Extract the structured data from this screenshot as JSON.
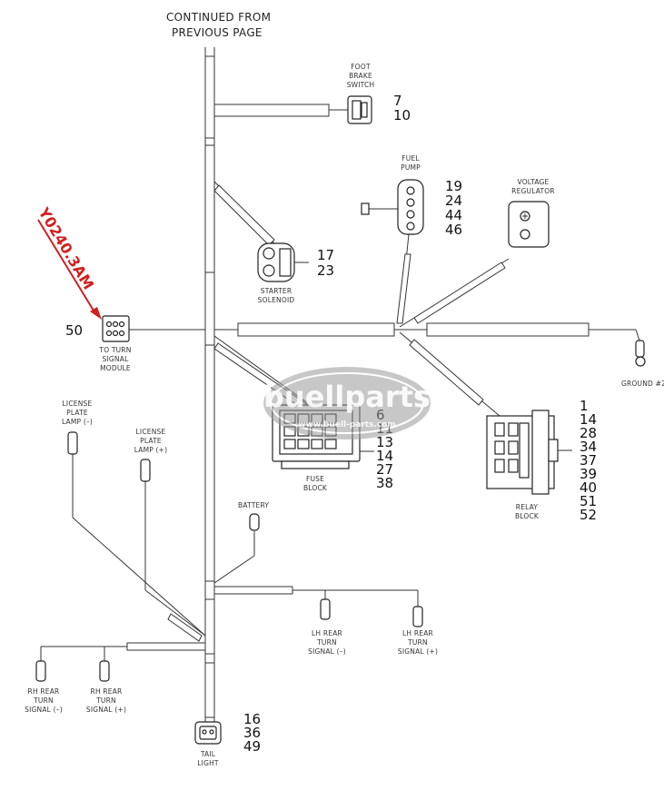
{
  "header": {
    "line1": "CONTINUED FROM",
    "line2": "PREVIOUS PAGE"
  },
  "annotation": {
    "code": "Y0240.3AM",
    "color": "#d11f1f"
  },
  "watermark": {
    "main": "buellparts",
    "sub": "www.buell-parts.com"
  },
  "components": {
    "foot_brake_switch": {
      "lines": [
        "FOOT",
        "BRAKE",
        "SWITCH"
      ],
      "refs": [
        "7",
        "10"
      ]
    },
    "fuel_pump": {
      "lines": [
        "FUEL",
        "PUMP"
      ],
      "refs": [
        "19",
        "24",
        "44",
        "46"
      ]
    },
    "voltage_regulator": {
      "lines": [
        "VOLTAGE",
        "REGULATOR"
      ]
    },
    "starter_solenoid": {
      "lines": [
        "STARTER",
        "SOLENOID"
      ],
      "refs": [
        "17",
        "23"
      ]
    },
    "turn_signal_module": {
      "lines": [
        "TO TURN",
        "SIGNAL",
        "MODULE"
      ],
      "refs": [
        "50"
      ]
    },
    "ground": {
      "lines": [
        "GROUND #2"
      ]
    },
    "fuse_block": {
      "lines": [
        "FUSE",
        "BLOCK"
      ],
      "refs": [
        "6",
        "11",
        "13",
        "14",
        "27",
        "38"
      ]
    },
    "relay_block": {
      "lines": [
        "RELAY",
        "BLOCK"
      ],
      "refs": [
        "1",
        "14",
        "28",
        "34",
        "37",
        "39",
        "40",
        "51",
        "52"
      ]
    },
    "license_lamp_neg": {
      "lines": [
        "LICENSE",
        "PLATE",
        "LAMP (–)"
      ]
    },
    "license_lamp_pos": {
      "lines": [
        "LICENSE",
        "PLATE",
        "LAMP (+)"
      ]
    },
    "battery": {
      "lines": [
        "BATTERY"
      ]
    },
    "lh_rear_turn_neg": {
      "lines": [
        "LH REAR",
        "TURN",
        "SIGNAL (–)"
      ]
    },
    "lh_rear_turn_pos": {
      "lines": [
        "LH REAR",
        "TURN",
        "SIGNAL (+)"
      ]
    },
    "rh_rear_turn_neg": {
      "lines": [
        "RH REAR",
        "TURN",
        "SIGNAL (–)"
      ]
    },
    "rh_rear_turn_pos": {
      "lines": [
        "RH REAR",
        "TURN",
        "SIGNAL (+)"
      ]
    },
    "tail_light": {
      "lines": [
        "TAIL",
        "LIGHT"
      ],
      "refs": [
        "16",
        "36",
        "49"
      ]
    }
  }
}
